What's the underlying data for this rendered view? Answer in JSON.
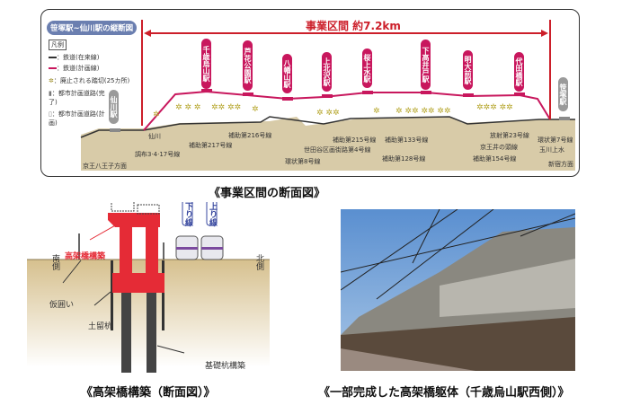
{
  "profile": {
    "title": "笹塚駅~仙川駅の縦断図",
    "section_label": "事業区間 約7.2km",
    "legend": {
      "heading": "凡例",
      "items": [
        "：鉄道(在来線)",
        "：鉄道(計画線)",
        "：廃止される踏切(25カ所)",
        "：都市計画道路(完了)",
        "：都市計画道路(計画)"
      ]
    },
    "planned_stations": [
      "千歳烏山駅",
      "芦花公園駅",
      "八幡山駅",
      "上北沢駅",
      "桜上水駅",
      "下高井戸駅",
      "明大前駅",
      "代田橋駅"
    ],
    "end_stations": [
      "仙川駅",
      "笹塚駅"
    ],
    "roads": [
      "仙川",
      "調布3·4·17号線",
      "補助第217号線",
      "補助第216号線",
      "環状第8号線",
      "世田谷区画街路第4号線",
      "補助第215号線",
      "補助第128号線",
      "補助第133号線",
      "京王井の頭線",
      "補助第154号線",
      "放射第23号線",
      "環状第7号線",
      "玉川上水"
    ],
    "directions": [
      "京王八王子方面",
      "新宿方面"
    ],
    "caption": "《事業区間の断面図》",
    "colors": {
      "planned_line": "#c8175d",
      "existing_line": "#333333",
      "ground": "#d8cba8",
      "arrow": "#cc1f2a"
    }
  },
  "structure": {
    "labels": {
      "viaduct": "高架橋構築",
      "fence": "仮囲い",
      "retaining_pile": "土留杭",
      "foundation_pile": "基礎杭構築",
      "south": "南側",
      "north": "北側",
      "down_line": "下り線",
      "up_line": "上り線"
    },
    "caption": "《高架橋構築（断面図）》"
  },
  "photo": {
    "caption": "《一部完成した高架橋躯体（千歳烏山駅西側）》"
  }
}
